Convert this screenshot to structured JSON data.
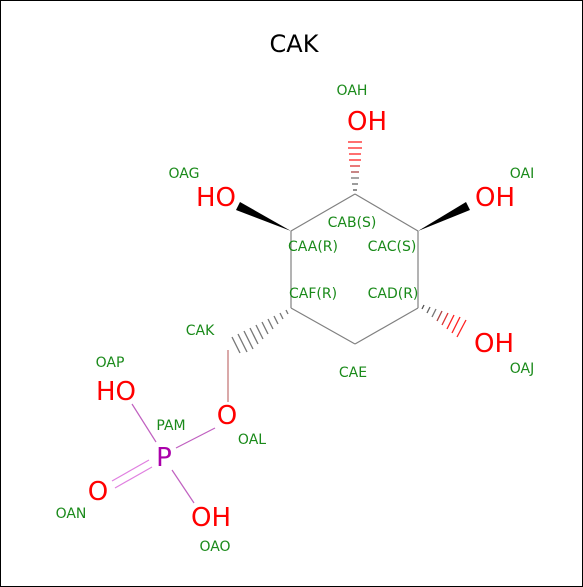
{
  "title": "CAK",
  "colors": {
    "oxygen": "#ff0000",
    "phosphorus": "#aa00aa",
    "label": "#1a8a1a",
    "bond": "#808080"
  },
  "atom_labels": {
    "oah": "OAH",
    "oag": "OAG",
    "oai": "OAI",
    "oaj": "OAJ",
    "cab": "CAB(S)",
    "caa": "CAA(R)",
    "cac": "CAC(S)",
    "caf": "CAF(R)",
    "cad": "CAD(R)",
    "cae": "CAE",
    "cak": "CAK",
    "oap": "OAP",
    "pam": "PAM",
    "oal": "OAL",
    "oan": "OAN",
    "oao": "OAO"
  },
  "element_symbols": {
    "oh_top": "OH",
    "ho_left": "HO",
    "oh_right": "OH",
    "oh_lower": "OH",
    "ho_phos": "HO",
    "o_link": "O",
    "p": "P",
    "o_double": "O",
    "oh_phos": "OH"
  }
}
